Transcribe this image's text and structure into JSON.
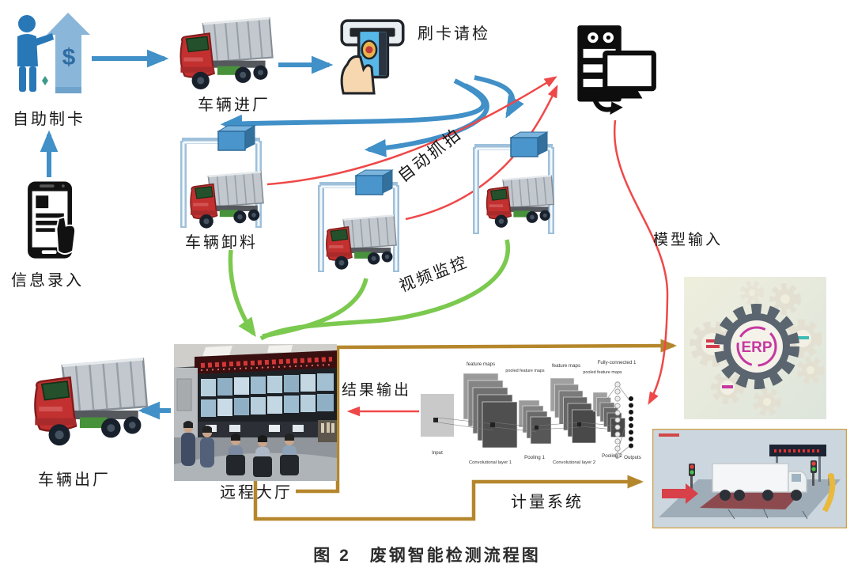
{
  "figure": {
    "caption": "图 2　废钢智能检测流程图",
    "labels": {
      "self_card": "自助制卡",
      "info_entry": "信息录入",
      "vehicle_enter": "车辆进厂",
      "swipe_card": "刷卡请检",
      "vehicle_unload": "车辆卸料",
      "auto_capture": "自动抓拍",
      "video_monitor": "视频监控",
      "model_input": "模型输入",
      "result_output": "结果输出",
      "remote_hall": "远程大厅",
      "vehicle_exit": "车辆出厂",
      "metering_system": "计量系统"
    },
    "cnn": {
      "input": "Input",
      "feature_maps_1": "feature maps",
      "pooled_feature_maps_1": "pooled feature maps",
      "feature_maps_2": "feature maps",
      "pooled_feature_maps_2": "pooled feature maps",
      "conv1": "Convolutional layer 1",
      "pool1": "Pooling 1",
      "conv2": "Convolutional layer 2",
      "pool2": "Pooling 2",
      "fully_connected": "Fully-connected 1",
      "outputs": "Outputs"
    },
    "erp_label": "ERP",
    "icons": {
      "kiosk_dollar": "$"
    },
    "colors": {
      "flow_blue": "#4190c8",
      "flow_red": "#ef4848",
      "flow_green": "#7cc94f",
      "flow_gold": "#b5872c"
    }
  }
}
